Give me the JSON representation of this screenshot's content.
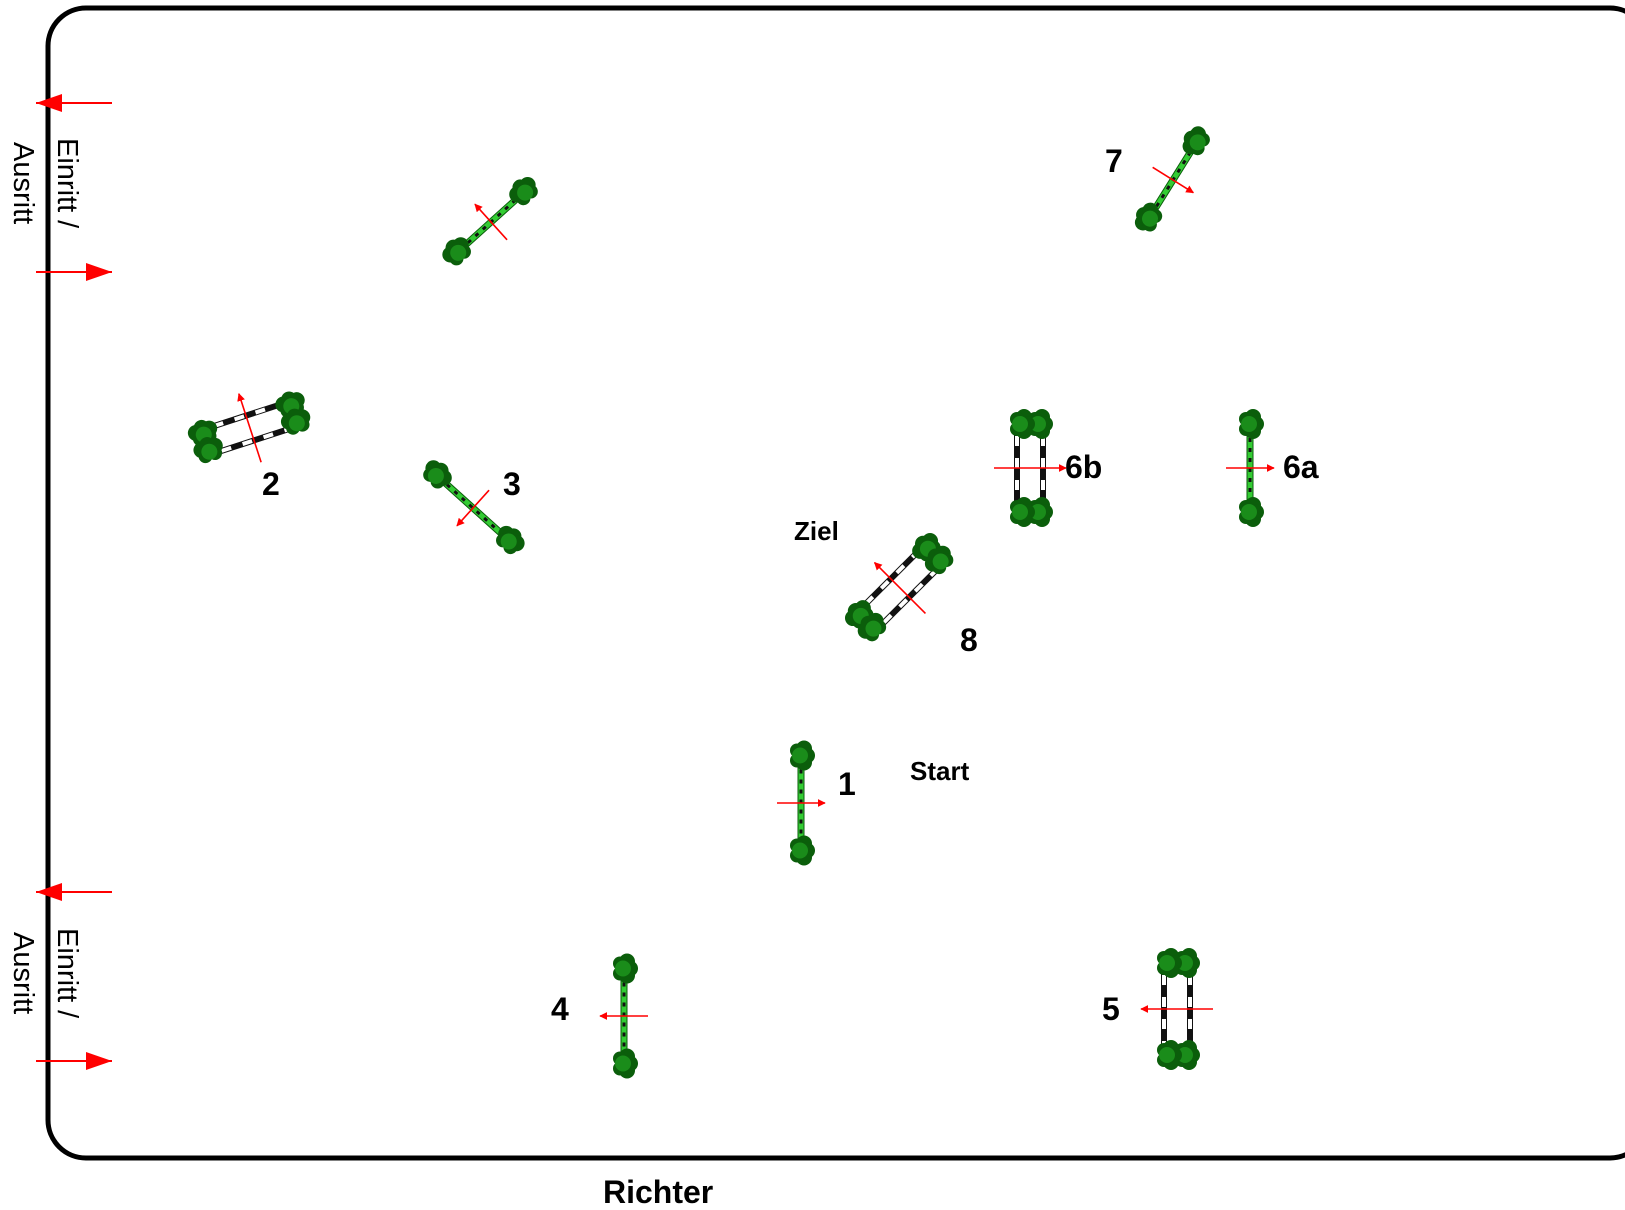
{
  "colors": {
    "border": "#000000",
    "arrow": "#ff0000",
    "foliage": "#1a8c1a",
    "foliage_dark": "#0b5e0b",
    "pole_green": "#33cc33",
    "pole_dark": "#111111"
  },
  "labels": {
    "judge": "Richter",
    "start": "Start",
    "finish": "Ziel"
  },
  "entrances": [
    {
      "line1": "Einritt /",
      "line2": "Ausritt"
    },
    {
      "line1": "Einritt /",
      "line2": "Ausritt"
    }
  ],
  "obstacles": [
    {
      "number": "1",
      "type": "vertical",
      "direction": "left"
    },
    {
      "number": "2",
      "type": "oxer",
      "direction": "up"
    },
    {
      "number": "3",
      "type": "vertical",
      "direction": "down"
    },
    {
      "number": "4",
      "type": "vertical",
      "direction": "right"
    },
    {
      "number": "5",
      "type": "oxer",
      "direction": "right"
    },
    {
      "number": "6a",
      "type": "vertical",
      "direction": "left"
    },
    {
      "number": "6b",
      "type": "oxer",
      "direction": "left"
    },
    {
      "number": "7",
      "type": "vertical",
      "direction": "down"
    },
    {
      "number": "8",
      "type": "oxer",
      "direction": "up"
    },
    {
      "number": "",
      "type": "vertical",
      "direction": "up"
    }
  ]
}
